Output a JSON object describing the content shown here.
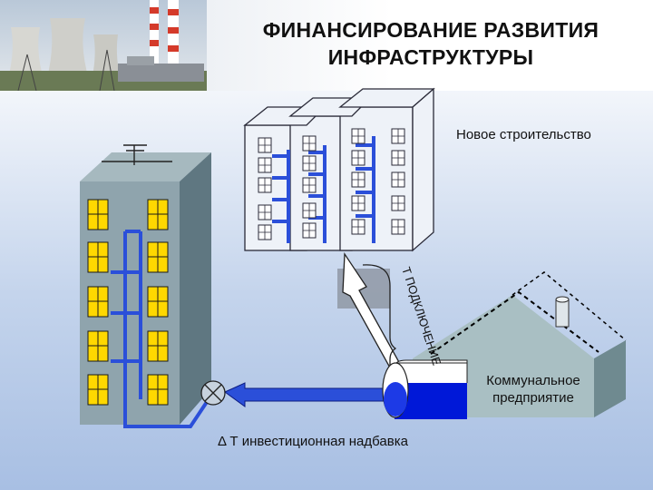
{
  "title_line1": "ФИНАНСИРОВАНИЕ РАЗВИТИЯ",
  "title_line2": "ИНФРАСТРУКТУРЫ",
  "labels": {
    "new_construction": "Новое строительство",
    "connection": "Т ПОДКЛЮЧЕНИЕ",
    "utility_line1": "Коммунальное",
    "utility_line2": "предприятие",
    "investment": "Δ Т инвестиционная надбавка"
  },
  "colors": {
    "building_front": "#8fa4ad",
    "building_side": "#5f7781",
    "window_yellow": "#ffd800",
    "pipe_blue": "#2b4fd9",
    "tank_blue": "#0018d8"
  }
}
